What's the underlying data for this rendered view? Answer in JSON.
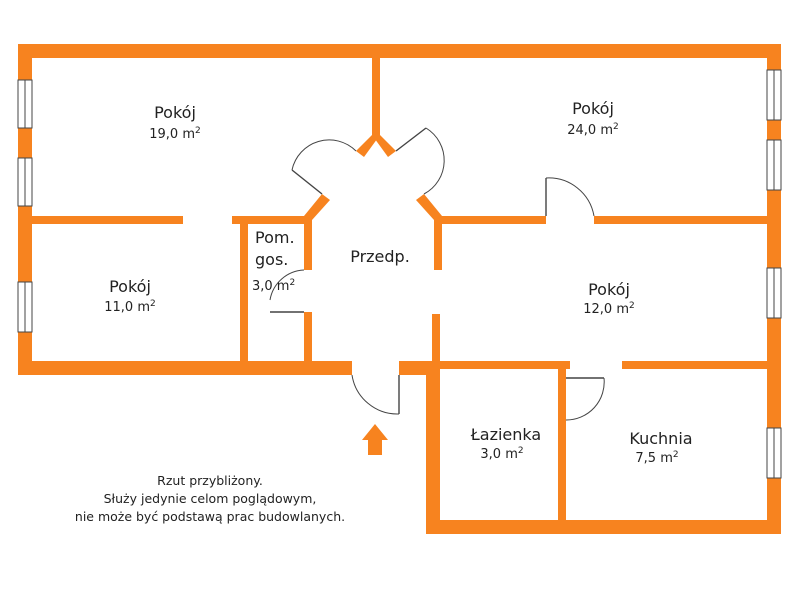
{
  "colors": {
    "wall": "#F7831F",
    "entry_arrow": "#F7831F",
    "background": "#FFFFFF"
  },
  "rooms": {
    "pokoj_19": {
      "name": "Pokój",
      "area": "19,0 m",
      "unit_sup": "2"
    },
    "pokoj_24": {
      "name": "Pokój",
      "area": "24,0 m",
      "unit_sup": "2"
    },
    "pokoj_11": {
      "name": "Pokój",
      "area": "11,0 m",
      "unit_sup": "2"
    },
    "pom_gos": {
      "name_line1": "Pom.",
      "name_line2": "gos.",
      "area": "3,0 m",
      "unit_sup": "2"
    },
    "przedp": {
      "name": "Przedp."
    },
    "pokoj_12": {
      "name": "Pokój",
      "area": "12,0 m",
      "unit_sup": "2"
    },
    "lazienka": {
      "name": "Łazienka",
      "area": "3,0 m",
      "unit_sup": "2"
    },
    "kuchnia": {
      "name": "Kuchnia",
      "area": "7,5 m",
      "unit_sup": "2"
    }
  },
  "note": {
    "line1": "Rzut przybliżony.",
    "line2": "Służy jedynie celom poglądowym,",
    "line3": "nie może być podstawą prac budowlanych."
  },
  "icons": {
    "entry": "entry-arrow-icon",
    "window": "window-icon",
    "door": "door-swing-icon"
  }
}
